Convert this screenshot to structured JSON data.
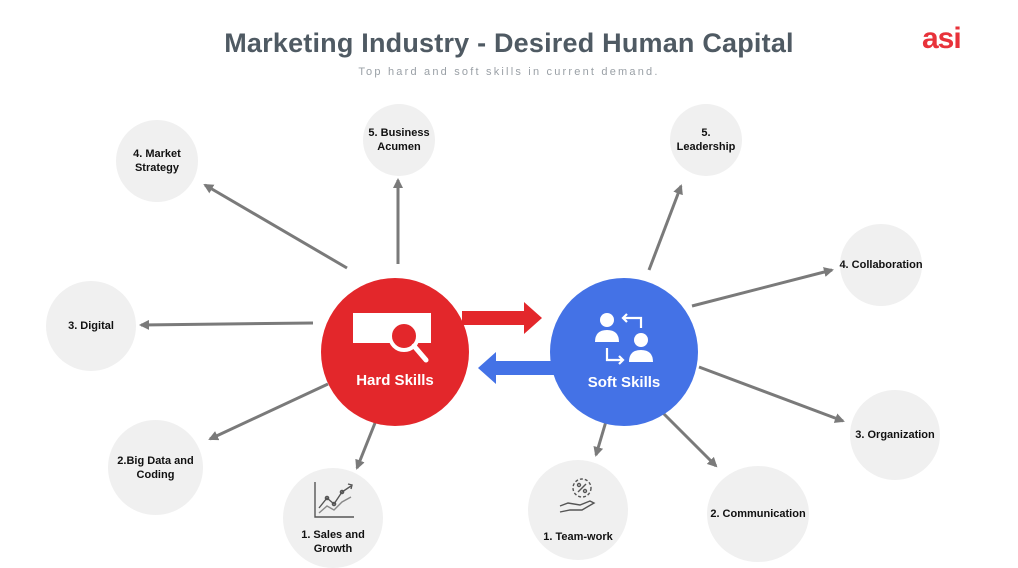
{
  "header": {
    "title": "Marketing Industry - Desired Human Capital",
    "subtitle": "Top hard and soft skills in current demand.",
    "logo_text": "asi"
  },
  "colors": {
    "hard": "#e3272b",
    "soft": "#4472e6",
    "node_bg": "#f0f0f0",
    "arrow": "#7a7a7a"
  },
  "hubs": {
    "hard": {
      "label": "Hard Skills",
      "icon": "magnifier-card-icon"
    },
    "soft": {
      "label": "Soft Skills",
      "icon": "people-exchange-icon"
    }
  },
  "hard_skills": [
    {
      "label": "1. Sales and\nGrowth",
      "icon": "growth-chart-icon"
    },
    {
      "label": "2.Big Data and\nCoding"
    },
    {
      "label": "3. Digital"
    },
    {
      "label": "4. Market\nStrategy"
    },
    {
      "label": "5. Business\nAcumen"
    }
  ],
  "soft_skills": [
    {
      "label": "1. Team-work",
      "icon": "hand-percent-icon"
    },
    {
      "label": "2. Communication"
    },
    {
      "label": "3. Organization"
    },
    {
      "label": "4. Collaboration"
    },
    {
      "label": "5. Leadership"
    }
  ]
}
